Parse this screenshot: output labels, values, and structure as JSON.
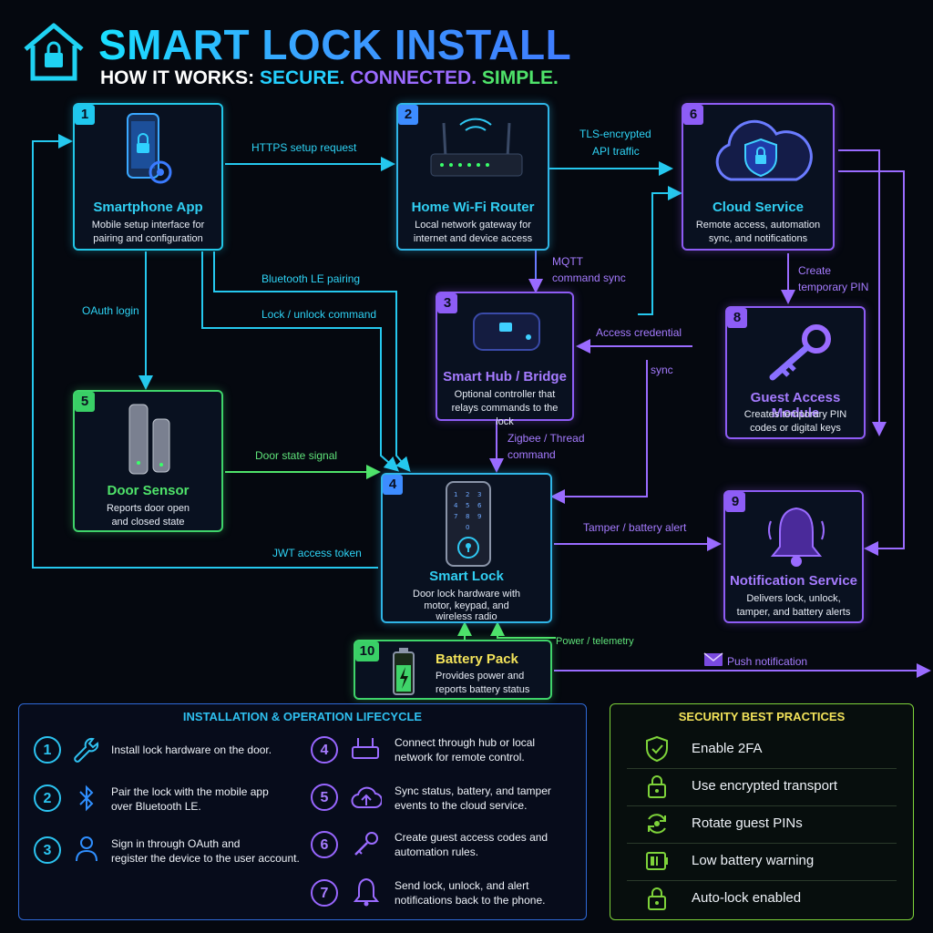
{
  "header": {
    "title": "SMART LOCK INSTALL",
    "subtitle_lead": "HOW IT WORKS:",
    "subtitle_secure": "SECURE.",
    "subtitle_connected": "CONNECTED.",
    "subtitle_simple": "SIMPLE."
  },
  "nodes": {
    "app": {
      "num": "1",
      "title": "Smartphone App",
      "desc1": "Mobile setup interface for",
      "desc2": "pairing and configuration"
    },
    "router": {
      "num": "2",
      "title": "Home Wi-Fi Router",
      "desc1": "Local network gateway for",
      "desc2": "internet and device access"
    },
    "hub": {
      "num": "3",
      "title": "Smart Hub / Bridge",
      "desc1": "Optional controller that",
      "desc2": "relays commands to the lock"
    },
    "lock": {
      "num": "4",
      "title": "Smart Lock",
      "desc1": "Door lock hardware with",
      "desc2": "motor, keypad, and",
      "desc3": "wireless radio"
    },
    "sensor": {
      "num": "5",
      "title": "Door Sensor",
      "desc1": "Reports door open",
      "desc2": "and closed state"
    },
    "cloud": {
      "num": "6",
      "title": "Cloud Service",
      "desc1": "Remote access, automation",
      "desc2": "sync, and notifications"
    },
    "guest": {
      "num": "8",
      "title": "Guest Access Module",
      "desc1": "Creates temporary PIN",
      "desc2": "codes or digital keys"
    },
    "notify": {
      "num": "9",
      "title": "Notification Service",
      "desc1": "Delivers lock, unlock,",
      "desc2": "tamper, and battery alerts"
    },
    "battery": {
      "num": "10",
      "title": "Battery Pack",
      "desc1": "Provides power and",
      "desc2": "reports battery status"
    }
  },
  "edges": {
    "https": "HTTPS setup request",
    "tls1": "TLS-encrypted",
    "tls2": "API traffic",
    "mqtt1": "MQTT",
    "mqtt2": "command sync",
    "ble": "Bluetooth LE pairing",
    "lockcmd": "Lock / unlock command",
    "oauth": "OAuth login",
    "access": "Access credential",
    "access_sync": "sync",
    "create1": "Create",
    "create2": "temporary PIN",
    "zigbee1": "Zigbee / Thread",
    "zigbee2": "command",
    "door": "Door state signal",
    "tamper": "Tamper / battery alert",
    "jwt": "JWT access token",
    "power": "Power / telemetry",
    "push": "Push notification"
  },
  "lifecycle": {
    "title": "INSTALLATION & OPERATION LIFECYCLE",
    "steps": [
      {
        "num": "1",
        "l1": "Install lock hardware on the door.",
        "l2": ""
      },
      {
        "num": "2",
        "l1": "Pair the lock with the mobile app",
        "l2": "over Bluetooth LE."
      },
      {
        "num": "3",
        "l1": "Sign in through OAuth and",
        "l2": "register the device to the user account."
      },
      {
        "num": "4",
        "l1": "Connect through hub or local",
        "l2": "network for remote control."
      },
      {
        "num": "5",
        "l1": "Sync status, battery, and tamper",
        "l2": "events to the cloud service."
      },
      {
        "num": "6",
        "l1": "Create guest access codes and",
        "l2": "automation rules."
      },
      {
        "num": "7",
        "l1": "Send lock, unlock, and alert",
        "l2": "notifications back to the phone."
      }
    ]
  },
  "security": {
    "title": "SECURITY BEST PRACTICES",
    "items": [
      "Enable 2FA",
      "Use encrypted transport",
      "Rotate guest PINs",
      "Low battery warning",
      "Auto-lock enabled"
    ]
  },
  "colors": {
    "cyan": "#22c7e8",
    "purple": "#8e5cf5",
    "green": "#3fd46a",
    "gold": "#f3e35a"
  }
}
